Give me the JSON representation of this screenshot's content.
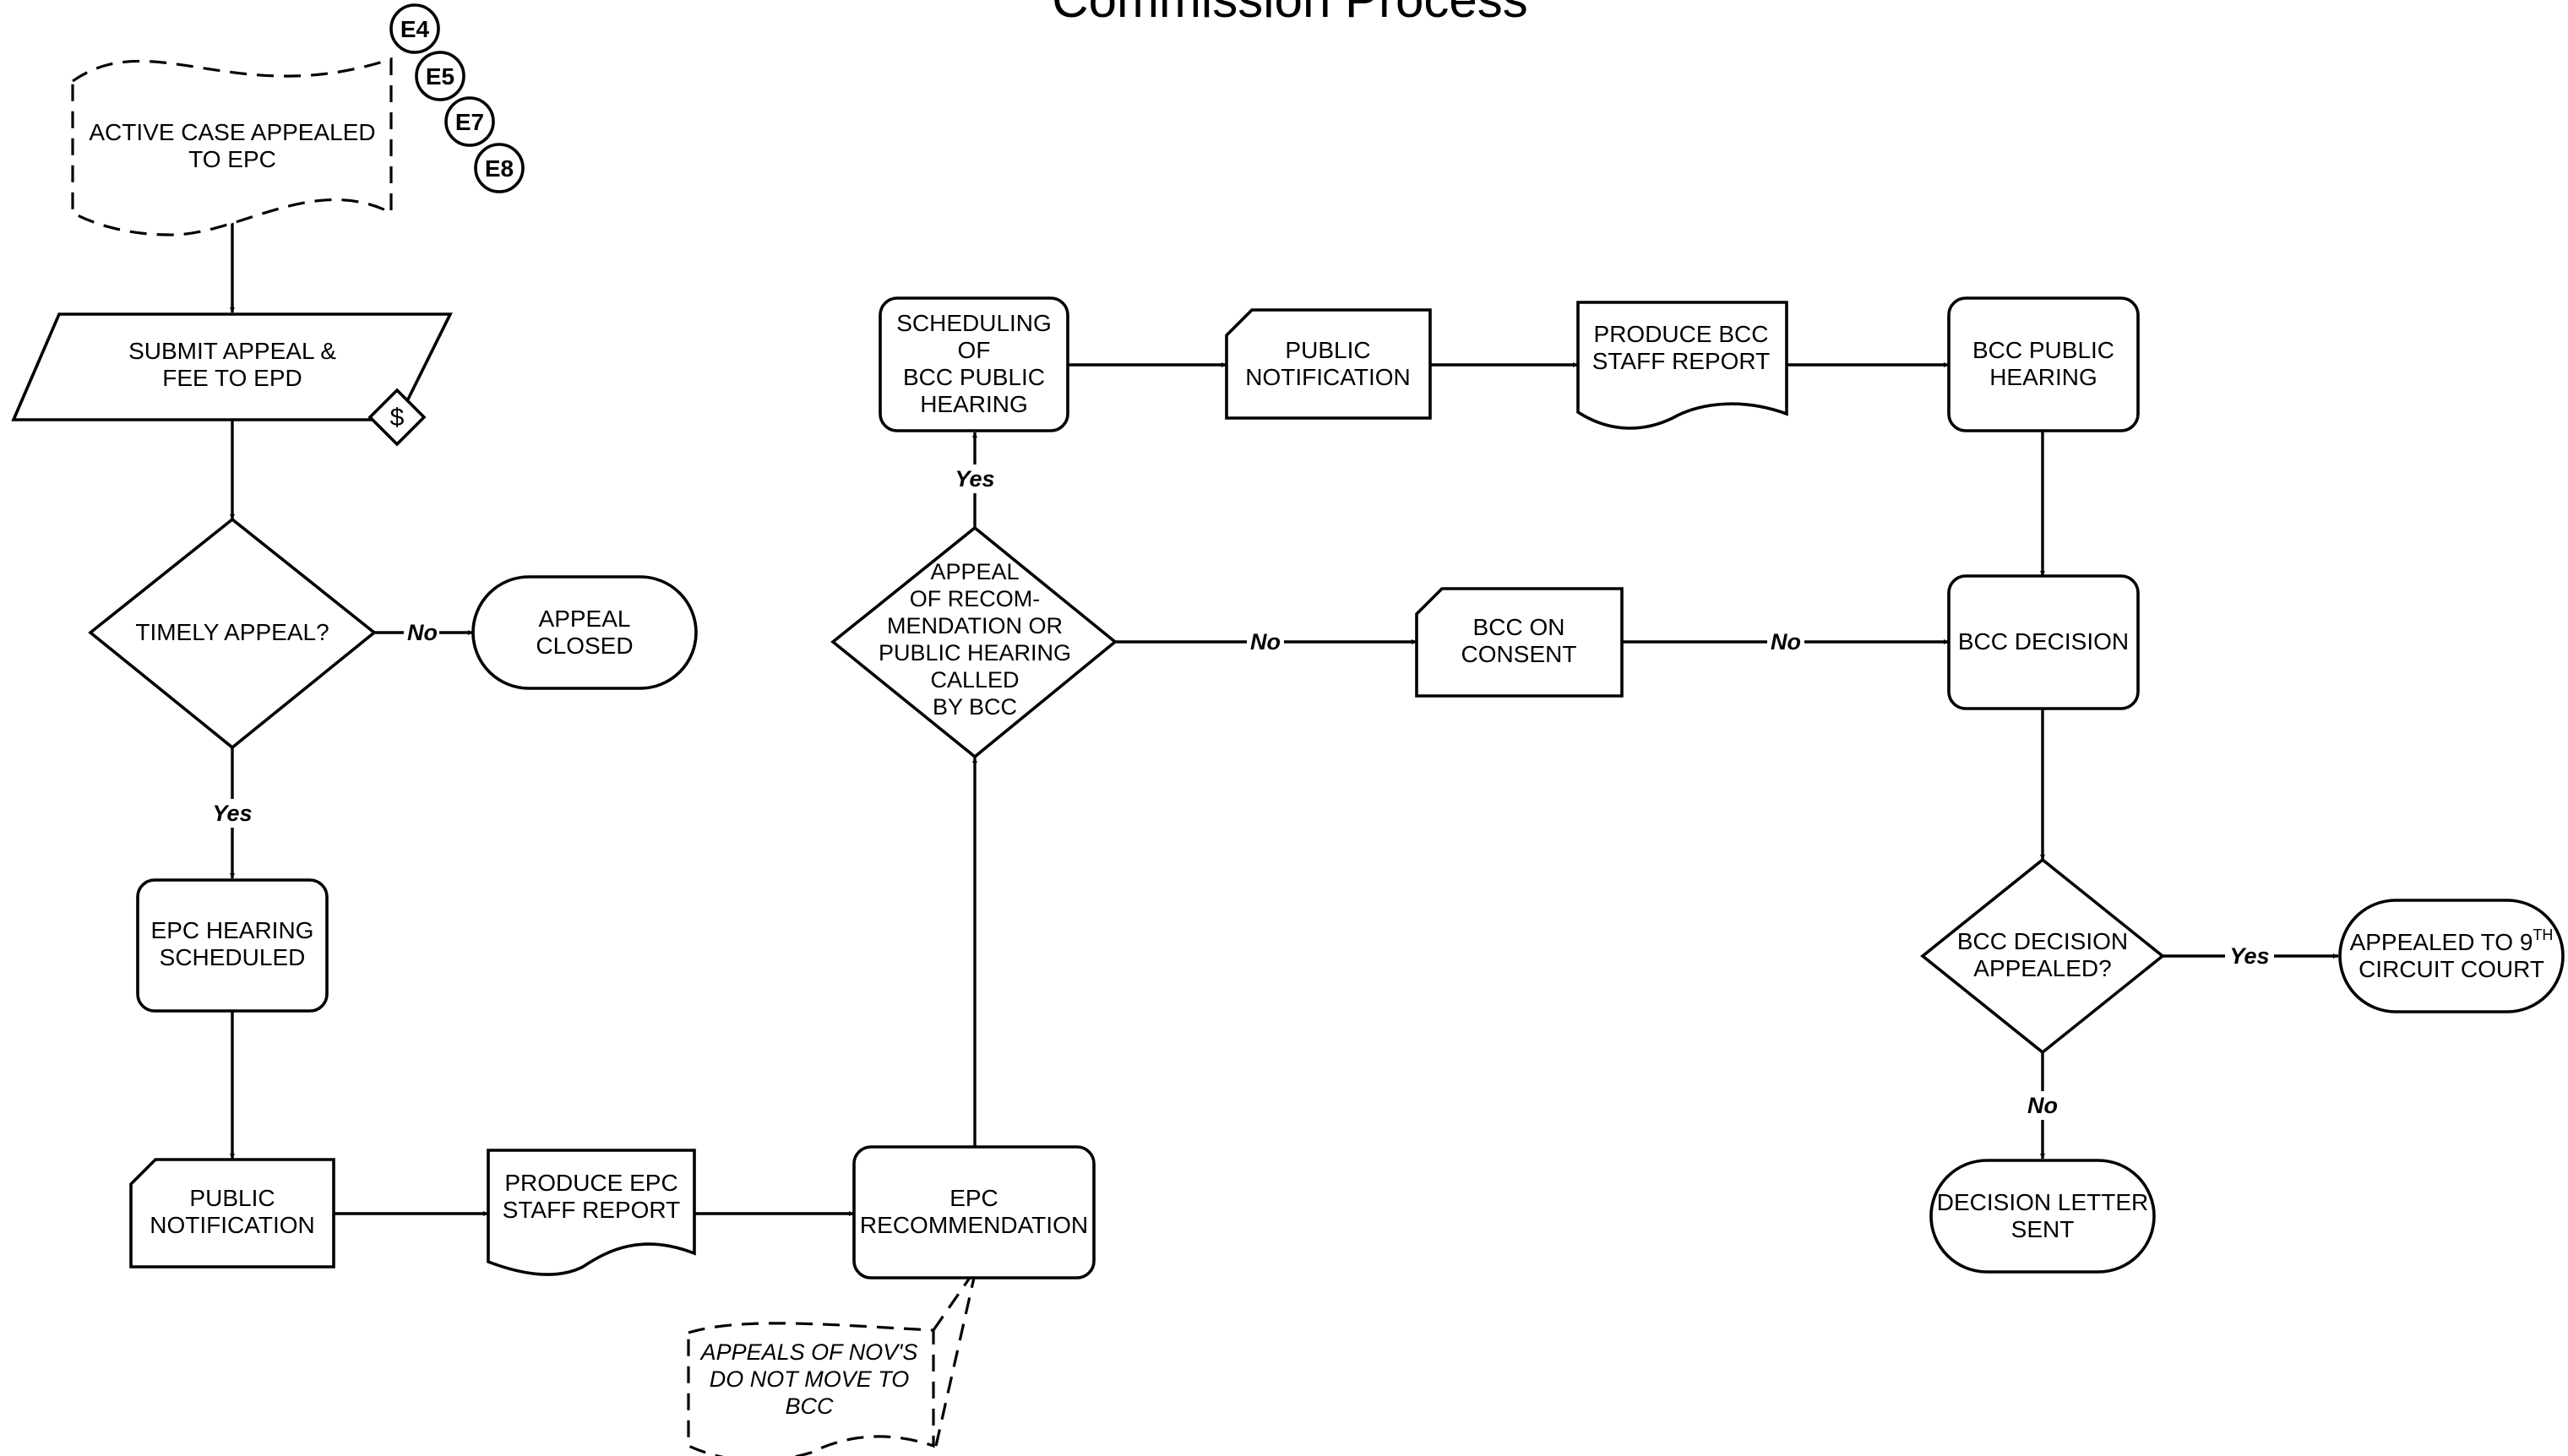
{
  "title": "Commission Process",
  "badges": [
    "E4",
    "E5",
    "E7",
    "E8"
  ],
  "nodes": {
    "active_case": [
      "ACTIVE CASE APPEALED",
      "TO EPC"
    ],
    "submit_appeal": [
      "SUBMIT APPEAL &",
      "FEE TO EPD"
    ],
    "fee_symbol": "$",
    "timely_appeal": [
      "TIMELY APPEAL?"
    ],
    "appeal_closed": [
      "APPEAL",
      "CLOSED"
    ],
    "epc_hearing": [
      "EPC HEARING",
      "SCHEDULED"
    ],
    "public_notification_1": [
      "PUBLIC",
      "NOTIFICATION"
    ],
    "produce_epc_report": [
      "PRODUCE EPC",
      "STAFF REPORT"
    ],
    "epc_recommendation": [
      "EPC",
      "RECOMMENDATION"
    ],
    "nov_note": [
      "APPEALS OF NOV'S",
      "DO NOT MOVE TO",
      "BCC"
    ],
    "appeal_decision": [
      "APPEAL",
      "OF RECOM-",
      "MENDATION OR",
      "PUBLIC HEARING",
      "CALLED",
      "BY BCC"
    ],
    "scheduling_bcc": [
      "SCHEDULING",
      "OF",
      "BCC PUBLIC",
      "HEARING"
    ],
    "public_notification_2": [
      "PUBLIC",
      "NOTIFICATION"
    ],
    "produce_bcc_report": [
      "PRODUCE BCC",
      "STAFF REPORT"
    ],
    "bcc_public_hearing": [
      "BCC PUBLIC",
      "HEARING"
    ],
    "bcc_on_consent": [
      "BCC ON",
      "CONSENT"
    ],
    "bcc_decision": [
      "BCC DECISION"
    ],
    "bcc_decision_appealed": [
      "BCC DECISION",
      "APPEALED?"
    ],
    "appealed_circuit": {
      "line1_prefix": "APPEALED TO 9",
      "line1_sup": "TH",
      "line2": "CIRCUIT COURT"
    },
    "decision_letter": [
      "DECISION LETTER",
      "SENT"
    ]
  },
  "edge_labels": {
    "timely_no": "No",
    "timely_yes": "Yes",
    "appeal_yes": "Yes",
    "appeal_no": "No",
    "consent_no": "No",
    "decision_appealed_yes": "Yes",
    "decision_appealed_no": "No"
  }
}
